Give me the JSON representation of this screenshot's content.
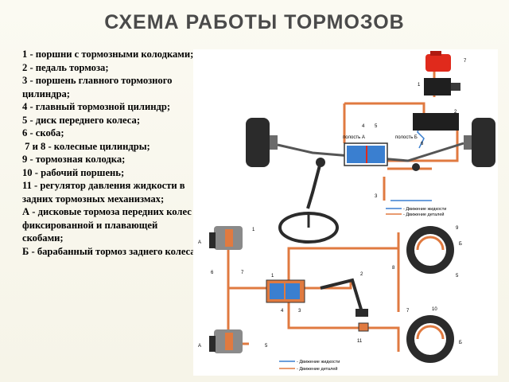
{
  "title": "СХЕМА РАБОТЫ ТОРМОЗОВ",
  "legend_items": [
    "1 - поршни с тормозными колодками;",
    "2 - педаль тормоза;",
    "3 - поршень главного тормозного цилиндра;",
    "4 - главный тормозной цилиндр;",
    "5 - диск переднего колеса;",
    "6 - скоба;",
    " 7 и 8 - колесные цилиндры;",
    "9 - тормозная колодка;",
    "10 - рабочий поршень;",
    "11 - регулятор давления жидкости в задних тормозных механизмах;",
    "А - дисковые тормоза передних колес с фиксированной и плавающей скобами;",
    "Б - барабанный тормоз заднего колеса"
  ],
  "top_diagram": {
    "cavity_a": "полость А",
    "cavity_b": "полость Б",
    "callouts": [
      "7",
      "1",
      "2",
      "4",
      "5",
      "6",
      "3"
    ],
    "legend_fluid": "- Движение жидкости",
    "legend_parts": "- Движение деталей"
  },
  "bottom_diagram": {
    "label_a_top": "А",
    "label_a_bottom": "А",
    "label_b_top": "Б",
    "label_b_bottom": "Б",
    "callouts": [
      "1",
      "6",
      "7",
      "1",
      "2",
      "3",
      "4",
      "5",
      "8",
      "9",
      "5",
      "7",
      "10",
      "11"
    ],
    "legend_fluid": "- Движение жидкости",
    "legend_parts": "- Движение деталей"
  },
  "colors": {
    "pipe": "#e07a40",
    "tire": "#2b2b2b",
    "fluid_blue": "#3a7fd0",
    "reservoir": "#e02a1c",
    "booster": "#1f1f1f",
    "text": "#000000",
    "title": "#4a4a4a"
  }
}
